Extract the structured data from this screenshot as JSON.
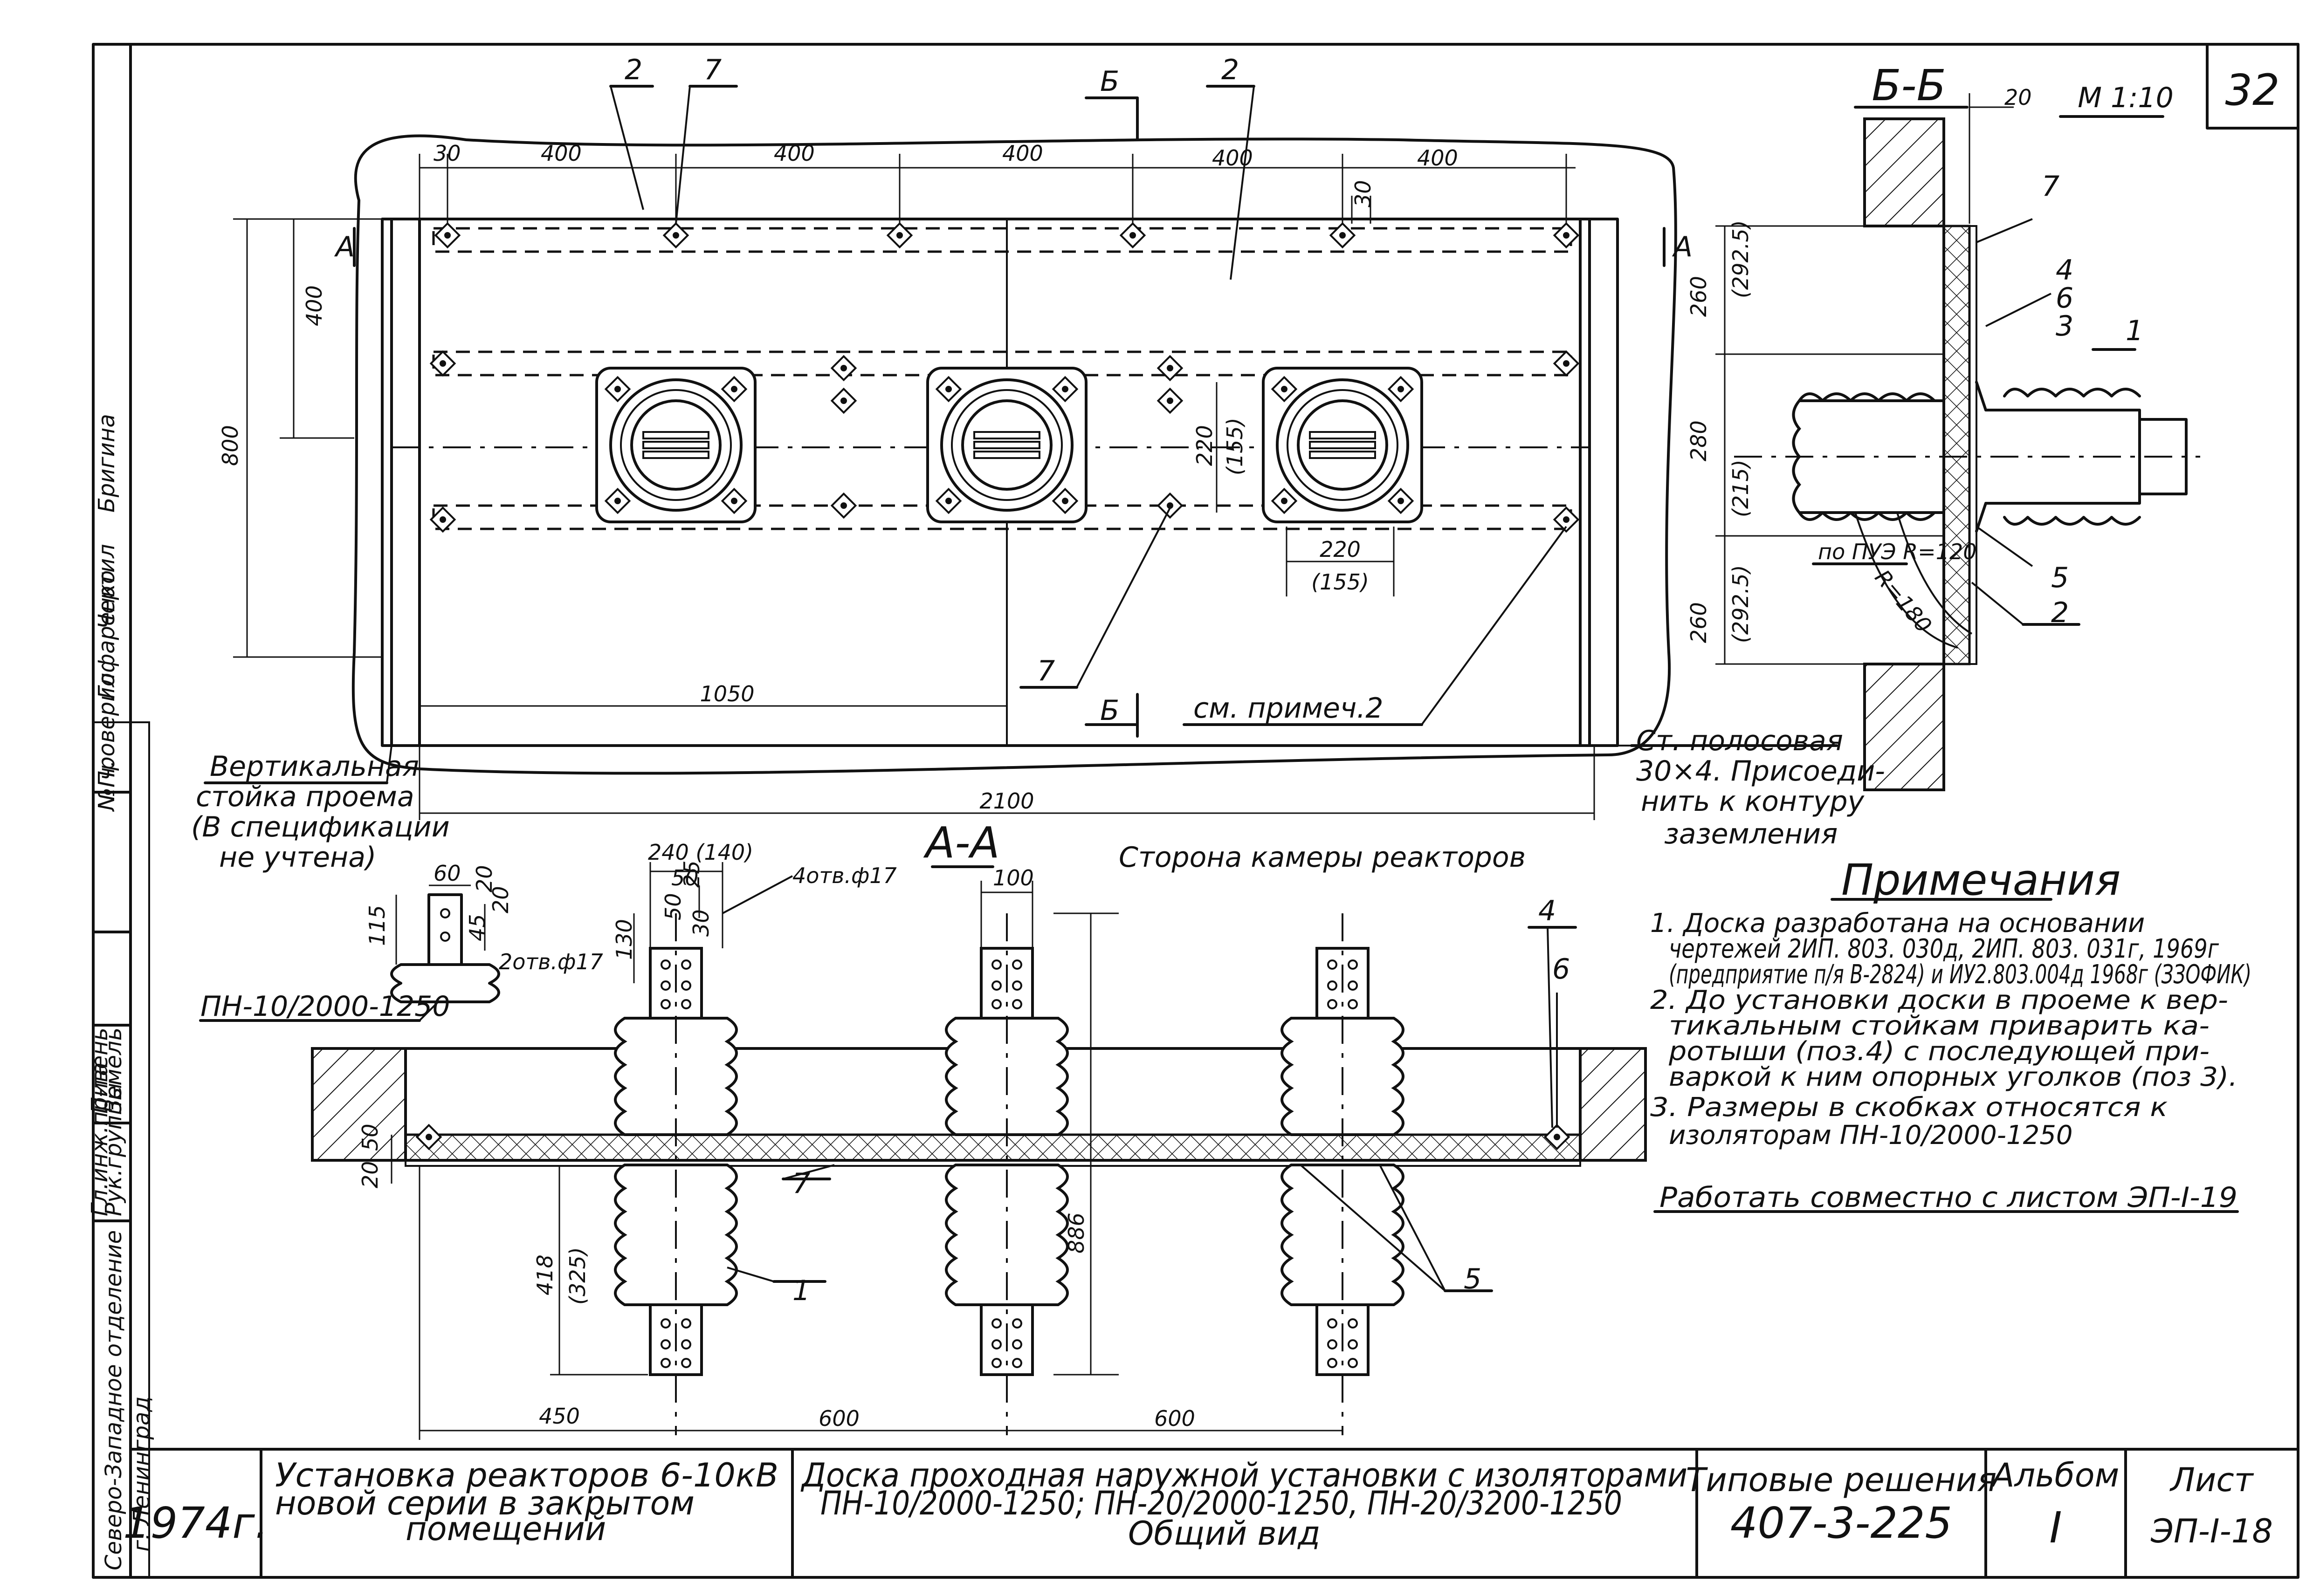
{
  "sheet_corner_number": "32",
  "scale": "М 1:10",
  "section_bb": {
    "title": "Б-Б",
    "dims": [
      "20",
      "260",
      "(292.5)",
      "280",
      "(215)",
      "260",
      "(292.5)"
    ],
    "radius_labels": [
      "по ПУЭ R=120",
      "R=180"
    ],
    "callouts": [
      "7",
      "4",
      "6",
      "3",
      "1",
      "5",
      "2"
    ]
  },
  "plan_view": {
    "top_dims": [
      "30",
      "400",
      "400",
      "400",
      "400",
      "400",
      "30"
    ],
    "left_dims": [
      "400",
      "800"
    ],
    "inner_dims": [
      "220",
      "(155)",
      "220",
      "(155)"
    ],
    "bottom_dims": [
      "1050",
      "2100"
    ],
    "callouts": [
      "2",
      "7",
      "2",
      "7"
    ],
    "section_marks": [
      "А",
      "А",
      "Б",
      "Б"
    ],
    "note_ref": "см. примеч.2",
    "label_left": [
      "Вертикальная",
      "стойка проема",
      "(В спецификации",
      "не учтена)"
    ],
    "label_right": [
      "Ст. полосовая",
      "30×4. Присоеди-",
      "нить к контуру",
      "заземления"
    ]
  },
  "section_aa": {
    "title": "А-А",
    "side_label": "Сторона камеры реакторов",
    "top_dims": [
      "240 (140)",
      "50",
      "25",
      "130",
      "50",
      "30",
      "4отв.ф17",
      "100"
    ],
    "detail_dims": [
      "60",
      "20",
      "115",
      "45",
      "20",
      "2отв.ф17"
    ],
    "detail_label": "ПН-10/2000-1250",
    "left_dims": [
      "50",
      "20",
      "418",
      "(325)"
    ],
    "right_dim": "886",
    "bottom_dims": [
      "450",
      "600",
      "600"
    ],
    "callouts": [
      "4",
      "6",
      "7",
      "1",
      "5"
    ]
  },
  "notes": {
    "title": "Примечания",
    "lines": [
      "1. Доска разработана на основании",
      "чертежей 2ИП. 803. 030д, 2ИП. 803. 031г, 1969г",
      "(предприятие п/я В-2824) и ИУ2.803.004д 1968г (ЗЗОФИК)",
      "2. До установки доски в проеме к вер-",
      "тикальным стойкам приварить ка-",
      "ротыши (поз.4) с последующей при-",
      "варкой к ним опорных уголков (поз 3).",
      "3. Размеры в скобках относятся к",
      "изоляторам ПН-10/2000-1250"
    ],
    "joint_work": "Работать совместно с листом ЭП-I-19"
  },
  "side_stamp": {
    "org": [
      "Северо-Западное отделение",
      "г. Ленинград"
    ],
    "roles": [
      "Рук.группы",
      "Гл.инж.пр-та",
      "№ ч.",
      "Проверил",
      "Чертил"
    ],
    "names": [
      "Земель",
      "Пивень",
      "Гофаренко",
      "Бригина"
    ]
  },
  "title_block": {
    "year": "1974г.",
    "project": [
      "Установка реакторов 6-10кВ",
      "новой серии в закрытом",
      "помещений"
    ],
    "drawing": [
      "Доска проходная наружной установки с изоляторами",
      "ПН-10/2000-1250; ПН-20/2000-1250, ПН-20/3200-1250",
      "Общий вид"
    ],
    "series_label": "Типовые решения",
    "series_number": "407-3-225",
    "album_label": "Альбом",
    "album_number": "I",
    "sheet_label": "Лист",
    "sheet_number": "ЭП-I-18"
  }
}
